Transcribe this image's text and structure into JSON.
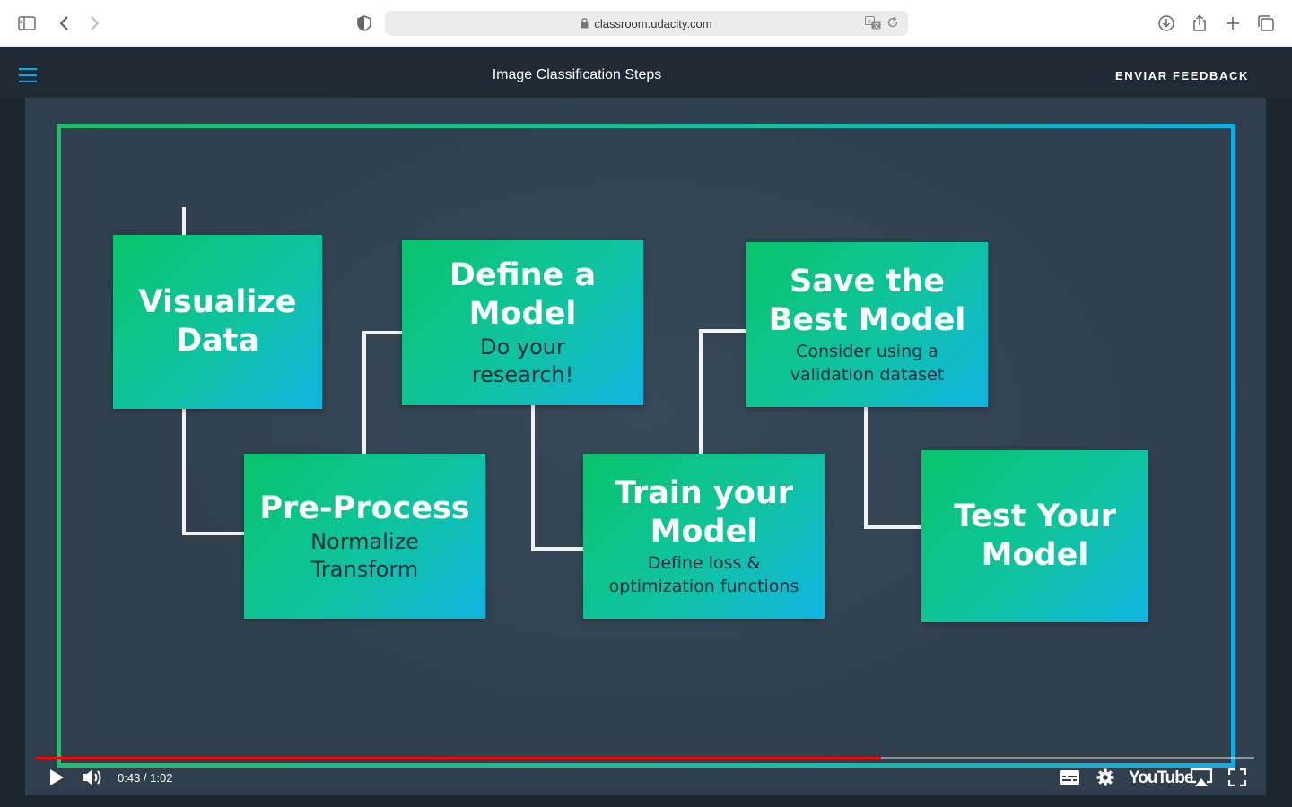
{
  "browser": {
    "url": "classroom.udacity.com",
    "icons": [
      "sidebar-icon",
      "back-icon",
      "forward-icon",
      "shield-icon",
      "lock-icon",
      "translate-icon",
      "reload-icon",
      "download-icon",
      "share-icon",
      "new-tab-icon",
      "tabs-icon"
    ]
  },
  "header": {
    "title": "Image Classification Steps",
    "feedback_label": "ENVIAR FEEDBACK",
    "menu_icon": "hamburger-icon"
  },
  "video": {
    "steps": [
      {
        "title_lines": [
          "Visualize",
          "Data"
        ],
        "subtitle_lines": []
      },
      {
        "title_lines": [
          "Pre-Process"
        ],
        "subtitle_lines": [
          "Normalize",
          "Transform"
        ]
      },
      {
        "title_lines": [
          "Define a",
          "Model"
        ],
        "subtitle_lines": [
          "Do your",
          "research!"
        ]
      },
      {
        "title_lines": [
          "Train your",
          "Model"
        ],
        "subtitle_lines": [
          "Define loss &",
          "optimization functions"
        ]
      },
      {
        "title_lines": [
          "Save the",
          "Best Model"
        ],
        "subtitle_lines": [
          "Consider using a",
          "validation dataset"
        ]
      },
      {
        "title_lines": [
          "Test Your",
          "Model"
        ],
        "subtitle_lines": []
      }
    ],
    "colors": {
      "box_start": "#08c56b",
      "box_end": "#12b4e3",
      "background": "#2f3f4e"
    }
  },
  "player": {
    "current_time": "0:43",
    "duration": "1:02",
    "time_display": "0:43 / 1:02",
    "progress_fraction": 0.694,
    "logo_text": "YouTube",
    "progress_color": "#ff0000"
  }
}
